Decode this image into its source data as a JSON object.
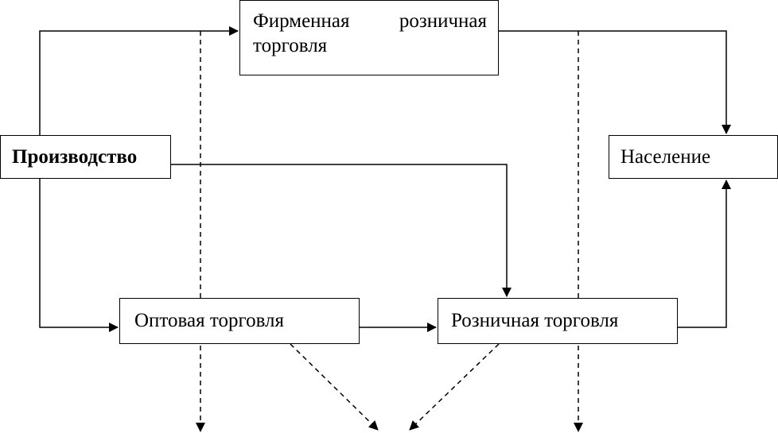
{
  "diagram": {
    "nodes": {
      "retail_brand": "Фирменная розничная торговля",
      "production": "Производство",
      "population": "Население",
      "wholesale": "Оптовая торговля",
      "retail": "Розничная торговля"
    },
    "edges": [
      {
        "from": "production",
        "to": "retail_brand",
        "style": "solid"
      },
      {
        "from": "retail_brand",
        "to": "population",
        "style": "solid"
      },
      {
        "from": "production",
        "to": "retail",
        "style": "solid"
      },
      {
        "from": "production",
        "to": "wholesale",
        "style": "solid"
      },
      {
        "from": "wholesale",
        "to": "retail",
        "style": "solid"
      },
      {
        "from": "retail",
        "to": "population",
        "style": "solid"
      },
      {
        "from": "wholesale",
        "to": "outflow",
        "style": "dashed"
      },
      {
        "from": "retail",
        "to": "outflow",
        "style": "dashed"
      }
    ]
  }
}
